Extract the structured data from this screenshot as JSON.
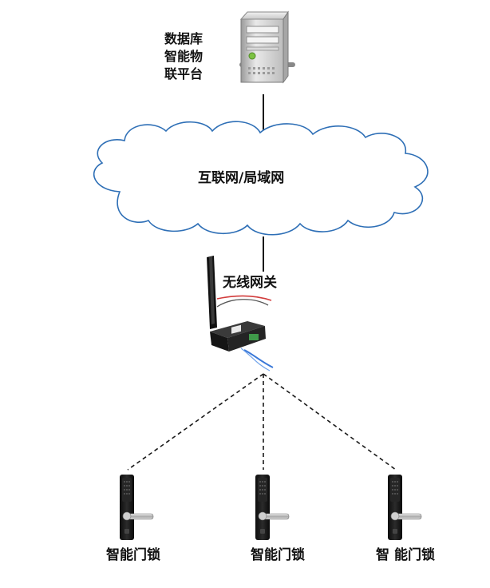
{
  "server": {
    "label_lines": [
      "数据库",
      "智能物",
      "联平台"
    ],
    "icon": "server-icon"
  },
  "cloud": {
    "label": "互联网/局域网",
    "icon": "cloud-icon"
  },
  "gateway": {
    "label": "无线网关",
    "icon": "wireless-gateway-icon"
  },
  "locks": [
    {
      "label": "智能门锁",
      "icon": "smart-door-lock-icon"
    },
    {
      "label": "智能门锁",
      "icon": "smart-door-lock-icon"
    },
    {
      "label": "智 能门锁",
      "icon": "smart-door-lock-icon"
    }
  ],
  "colors": {
    "line": "#1a1a1a",
    "cloud_stroke": "#2e6fb6",
    "cable_red": "#d23c3c",
    "cable_blue": "#3a78d8",
    "device_body": "#1c1c1c"
  }
}
